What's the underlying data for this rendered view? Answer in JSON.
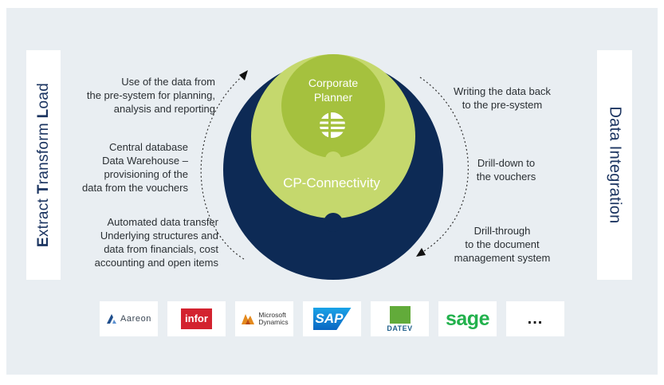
{
  "left_label": {
    "pre1": "E",
    "rest1": "xtract ",
    "pre2": "T",
    "rest2": "ransform ",
    "pre3": "L",
    "rest3": "oad"
  },
  "right_label": "Data Integration",
  "core": {
    "line1": "Corporate",
    "line2": "Planner"
  },
  "ring_label": "CP-Connectivity",
  "left_descriptions": [
    [
      "Use of the data from",
      "the pre-system for planning,",
      "analysis and reporting"
    ],
    [
      "Central database",
      "Data Warehouse –",
      "provisioning  of the",
      "data from the vouchers"
    ],
    [
      "Automated data transfer",
      "Underlying structures and",
      "data from financials, cost",
      "accounting and open items"
    ]
  ],
  "right_descriptions": [
    [
      "Writing the data back",
      "to the pre-system"
    ],
    [
      "Drill-down to",
      "the vouchers"
    ],
    [
      "Drill-through",
      "to the document",
      "management system"
    ]
  ],
  "logos": {
    "aareon": "Aareon",
    "infor": "infor",
    "ms_line1": "Microsoft",
    "ms_line2": "Dynamics",
    "sap": "SAP",
    "datev": "DATEV",
    "sage": "sage",
    "more": "..."
  },
  "colors": {
    "navy": "#0d2a55",
    "light_green": "#c5d86d",
    "green": "#a5c13e",
    "panel": "#e9eef2"
  }
}
